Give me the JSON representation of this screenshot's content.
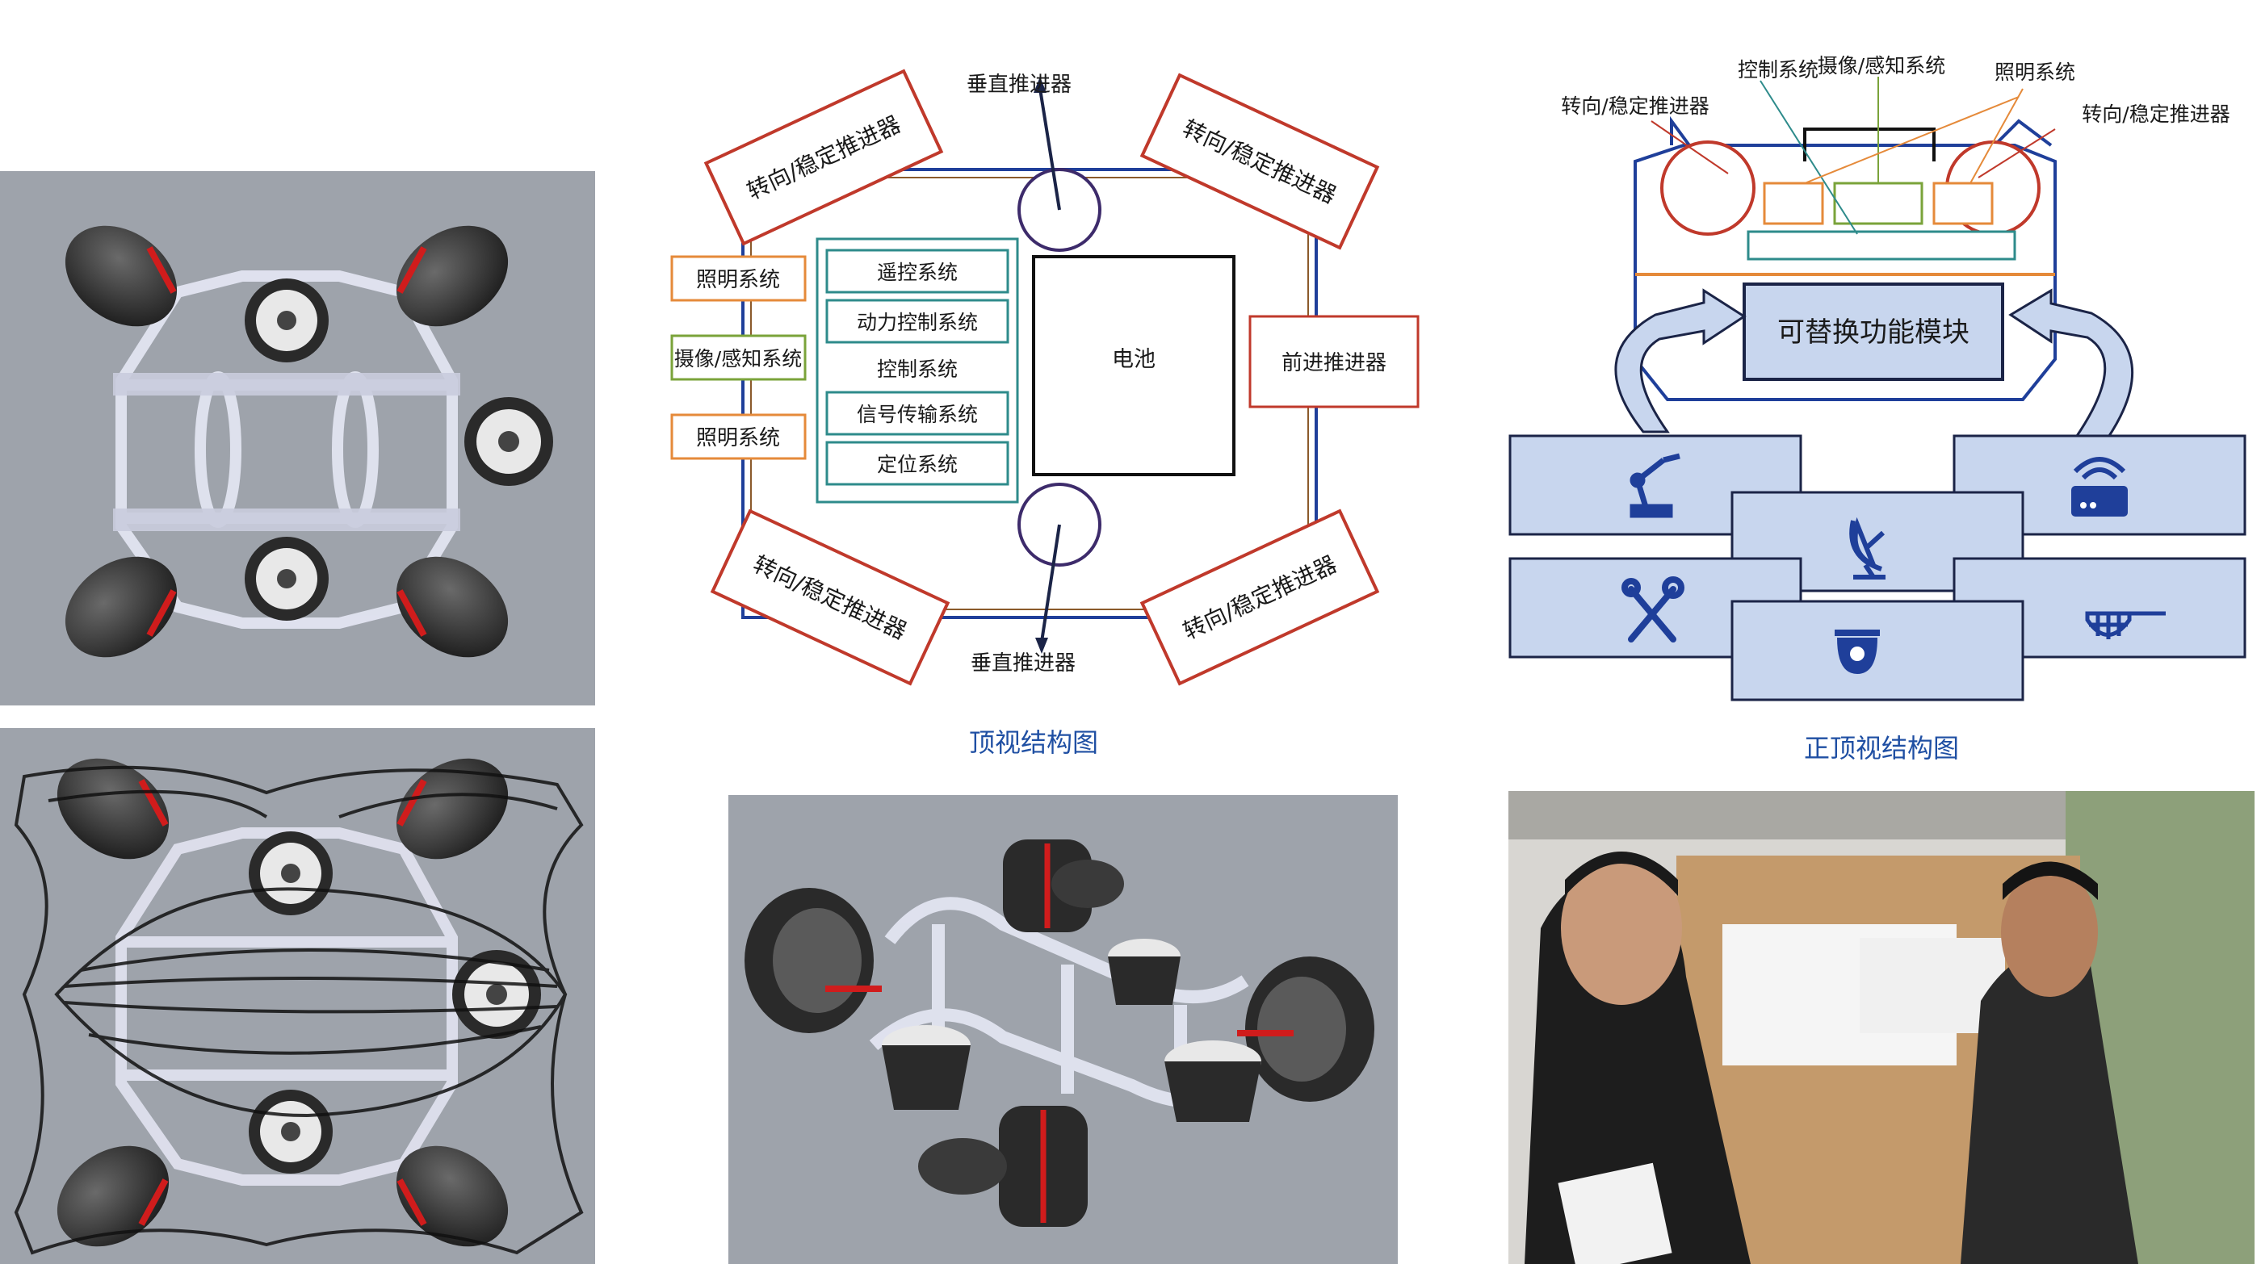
{
  "top_view_diagram": {
    "caption": "顶视结构图",
    "labels": {
      "steer_tl": "转向/稳定推进器",
      "steer_tr": "转向/稳定推进器",
      "steer_bl": "转向/稳定推进器",
      "steer_br": "转向/稳定推进器",
      "vertical_top": "垂直推进器",
      "vertical_bottom": "垂直推进器",
      "lighting_1": "照明系统",
      "sensing": "摄像/感知系统",
      "lighting_2": "照明系统",
      "remote": "遥控系统",
      "power_ctrl": "动力控制系统",
      "control": "控制系统",
      "signal": "信号传输系统",
      "positioning": "定位系统",
      "battery": "电池",
      "forward": "前进推进器"
    }
  },
  "front_top_view_diagram": {
    "caption": "正顶视结构图",
    "labels": {
      "control": "控制系统",
      "camera": "摄像/感知系统",
      "lighting": "照明系统",
      "steer_left": "转向/稳定推进器",
      "steer_right": "转向/稳定推进器",
      "module": "可替换功能模块"
    },
    "module_icons": [
      "robot-arm-icon",
      "satellite-dish-icon",
      "router-icon",
      "tools-icon",
      "camera-dome-icon",
      "net-icon"
    ]
  },
  "colors": {
    "caption_blue": "#1f4fa3",
    "red_box": "#c0392b",
    "orange_box": "#e58a3a",
    "green_box": "#7aa33a",
    "teal_box": "#2e8b8b",
    "hull_blue": "#1f3f9a",
    "module_fill": "#c8d6ee"
  }
}
